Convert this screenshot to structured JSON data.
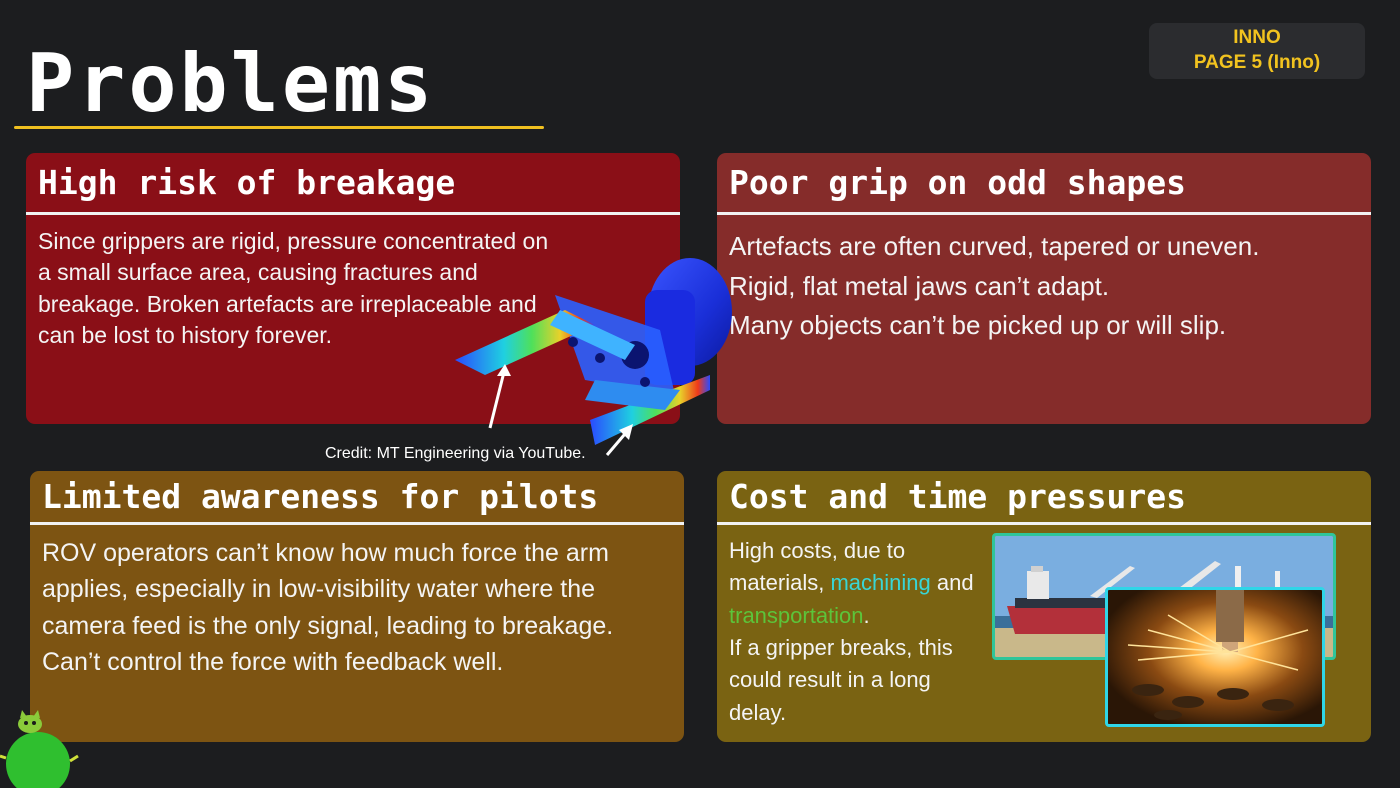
{
  "title": "Problems",
  "badge": {
    "line1": "INNO",
    "line2": "PAGE 5 (Inno)"
  },
  "cards": {
    "breakage": {
      "heading": "High risk of breakage",
      "body": "Since grippers are rigid, pressure concentrated on a small surface area, causing fractures and breakage. Broken artefacts are irreplaceable and can be lost to history forever."
    },
    "grip": {
      "heading": "Poor grip on odd shapes",
      "lines": [
        "Artefacts are often curved, tapered or uneven.",
        "Rigid, flat metal jaws can’t adapt.",
        "Many objects can’t be picked up or will slip."
      ]
    },
    "awareness": {
      "heading": "Limited awareness for pilots",
      "body": "ROV operators can’t know how much force the arm applies, especially in low-visibility water where the camera feed is the only signal, leading to breakage.",
      "body2": "Can’t control the force with feedback well."
    },
    "cost": {
      "heading": "Cost and time pressures",
      "text1": "High costs, due to materials, ",
      "link1": "machining",
      "text2": " and ",
      "link2": "transportation",
      "text3": ".",
      "text4": "If a gripper breaks, this could result in a long delay."
    }
  },
  "credit": "Credit: MT Engineering via YouTube.",
  "colors": {
    "background": "#1c1d1f",
    "accent": "#f0c020",
    "card_breakage": "#8a0f17",
    "card_grip": "#852c2a",
    "card_awareness": "#7d5412",
    "card_cost": "#7a6312",
    "link_cyan": "#38d6d6",
    "link_green": "#5cc43a"
  },
  "images": {
    "gripper": "gripper-stress-simulation-image",
    "ship": "cargo-ship-photo",
    "laser": "laser-cutting-photo",
    "mascot": "green-mascot-image"
  }
}
